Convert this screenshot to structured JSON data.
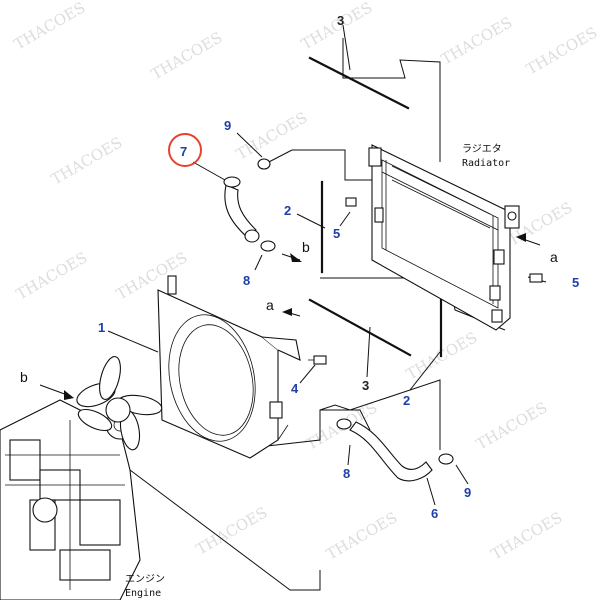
{
  "watermark": "THACOES",
  "labels": {
    "radiator_jp": "ラジエタ",
    "radiator_en": "Radiator",
    "engine_jp": "エンジン",
    "engine_en": "Engine",
    "arrow_a": "a",
    "arrow_b": "b"
  },
  "callouts": {
    "c1": "1",
    "c2_upper": "2",
    "c2_lower": "2",
    "c3_upper": "3",
    "c3_lower": "3",
    "c4": "4",
    "c5_left": "5",
    "c5_right": "5",
    "c6": "6",
    "c7": "7",
    "c8_upper": "8",
    "c8_lower": "8",
    "c9_upper": "9",
    "c9_lower": "9"
  },
  "highlight": {
    "callout": "7",
    "color": "#e8412f"
  },
  "colors": {
    "callout_text": "#1f3fa8",
    "line": "#111111"
  }
}
